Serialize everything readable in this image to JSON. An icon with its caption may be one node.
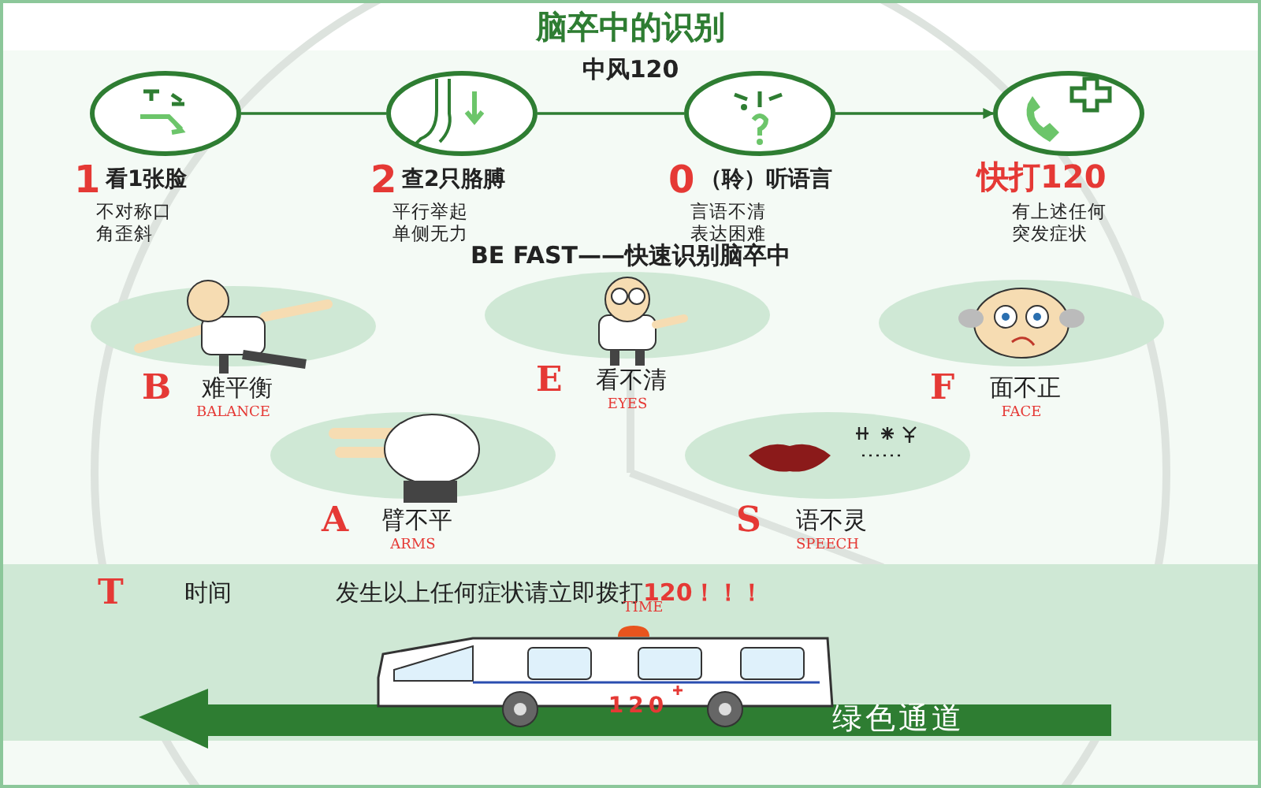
{
  "diagram": {
    "title": "脑卒中的识别",
    "nodes": [
      {
        "text": [],
        "shape": "circle",
        "beside": [
          "1",
          "看1张脸",
          "不对称口角歪斜"
        ]
      },
      {
        "text": [],
        "shape": "circle",
        "beside": [
          "2",
          "查2只胳膊",
          "平行举起单侧无力"
        ]
      },
      {
        "text": [],
        "shape": "circle",
        "beside": [
          "0",
          "（聆）听语言",
          "言语不清表达困难"
        ]
      },
      {
        "text": [],
        "shape": "circle",
        "beside": [
          "快打120",
          "有上述任何突发症状"
        ]
      },
      {
        "text": [],
        "shape": "circle",
        "beside": [
          "B",
          "难平衡",
          "BALANCE"
        ]
      },
      {
        "text": [],
        "shape": "circle",
        "beside": [
          "E",
          "看不清",
          "EYES"
        ]
      },
      {
        "text": [],
        "shape": "circle",
        "beside": [
          "F",
          "面不正",
          "FACE"
        ]
      },
      {
        "text": [],
        "shape": "circle",
        "beside": [
          "A",
          "臂不平",
          "ARMS"
        ]
      },
      {
        "text": [],
        "shape": "circle",
        "beside": [
          "S",
          "语不灵",
          "SPEECH"
        ]
      }
    ],
    "edges": [
      {
        "from": 0,
        "to": 1,
        "arrow": "none"
      },
      {
        "from": 1,
        "to": 2,
        "arrow": "none"
      },
      {
        "from": 2,
        "to": 3,
        "arrow": "to"
      }
    ],
    "labels": [
      "中风120",
      "BE FAST——快速识别脑卒中",
      "T",
      "时间",
      "发生以上任何症状请立即拨打**120！！！**",
      "TIME",
      "120",
      "绿色通道"
    ]
  }
}
